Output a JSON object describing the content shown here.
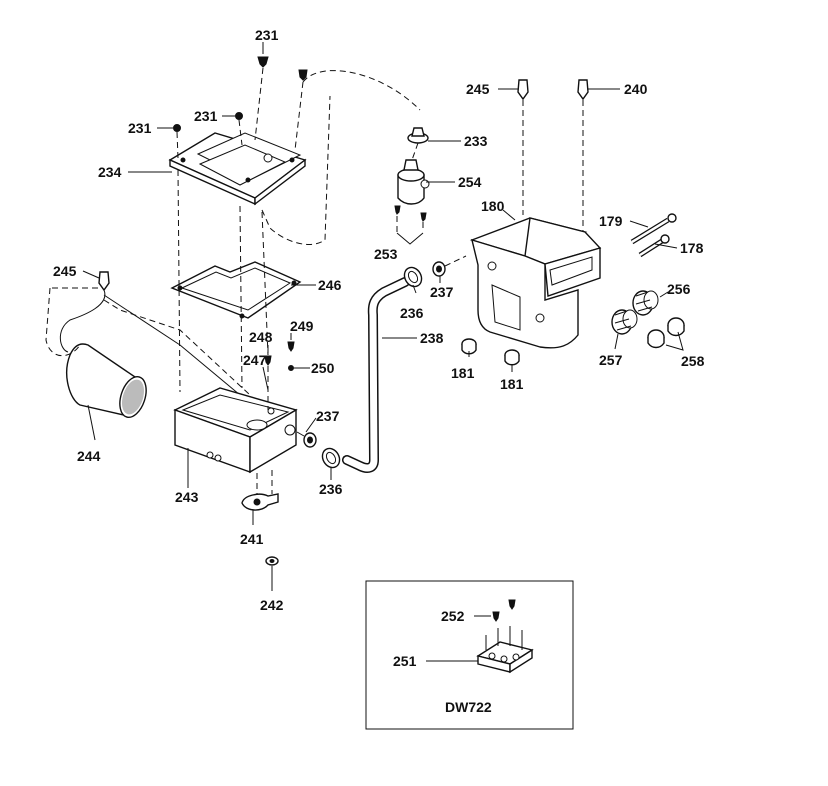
{
  "part_numbers": {
    "p231a": "231",
    "p231b": "231",
    "p231c": "231",
    "p234": "234",
    "p233": "233",
    "p254": "254",
    "p253": "253",
    "p245a": "245",
    "p240": "240",
    "p180": "180",
    "p179": "179",
    "p178": "178",
    "p245b": "245",
    "p246": "246",
    "p237a": "237",
    "p236a": "236",
    "p238": "238",
    "p248": "248",
    "p249": "249",
    "p247": "247",
    "p250": "250",
    "p181a": "181",
    "p181b": "181",
    "p256": "256",
    "p257": "257",
    "p258": "258",
    "p244": "244",
    "p237b": "237",
    "p236b": "236",
    "p243": "243",
    "p241": "241",
    "p242": "242",
    "p252": "252",
    "p251": "251"
  },
  "inset": {
    "model_label": "DW722"
  },
  "colors": {
    "ink": "#111111",
    "background": "#ffffff"
  }
}
